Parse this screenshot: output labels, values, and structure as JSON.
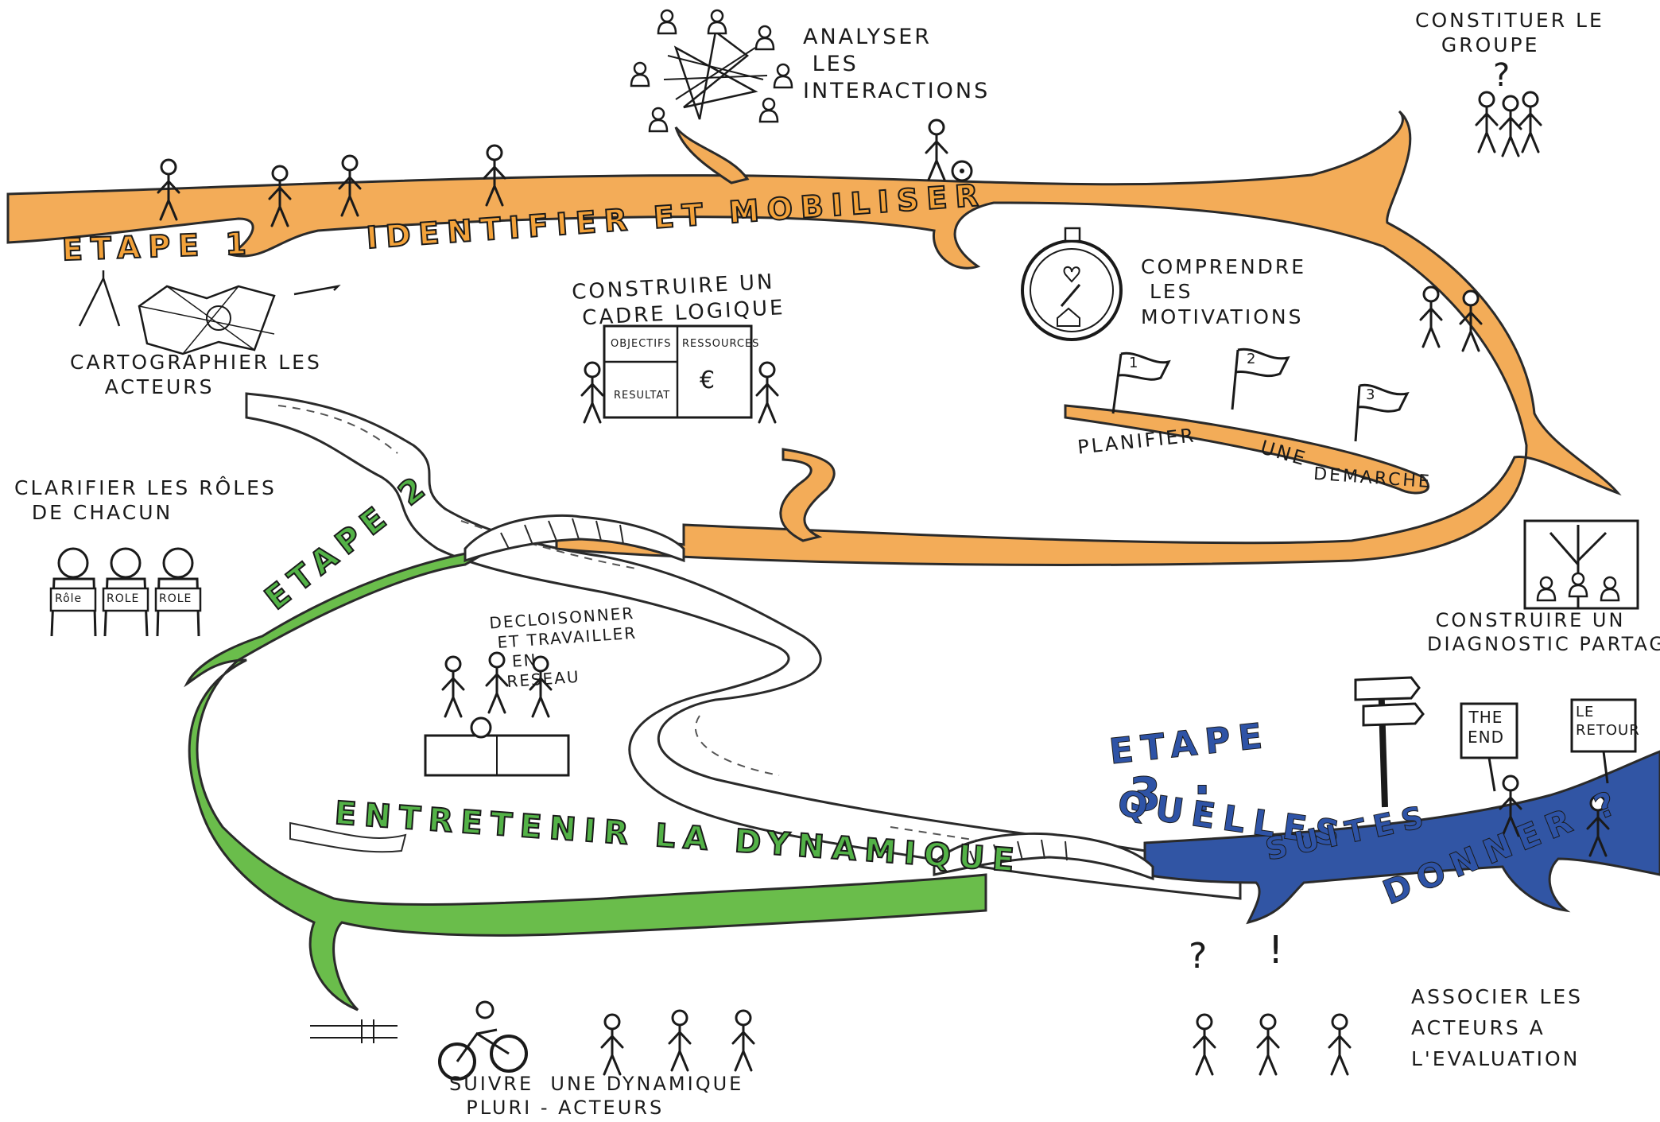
{
  "colors": {
    "step1_path": "#f3ac58",
    "step2_path": "#6abd4b",
    "step3_path": "#3155a4",
    "river_outline": "#2a2a2a",
    "ink": "#1a1a1a"
  },
  "steps": {
    "step1": {
      "label": "ETAPE 1",
      "title": "IDENTIFIER ET MOBILISER"
    },
    "step2": {
      "label": "ETAPE 2",
      "title": "ENTRETENIR LA DYNAMIQUE"
    },
    "step3": {
      "label_line1": "ETAPE",
      "label_line2": "3 :",
      "title_line1": "QUELLES",
      "title_line2": "SUITES",
      "title_line3": "DONNER ?"
    }
  },
  "annotations": {
    "analyser": "ANALYSER\n LES\nINTERACTIONS",
    "constituer": "CONSTITUER LE\n   GROUPE",
    "cartographier": "CARTOGRAPHIER LES\n    ACTEURS",
    "cadre": "CONSTRUIRE UN\n CADRE LOGIQUE",
    "comprendre": "COMPRENDRE\n LES\nMOTIVATIONS",
    "planifier_1": "PLANIFIER",
    "planifier_2": "UNE",
    "planifier_3": "DEMARCHE",
    "clarifier": "CLARIFIER LES RÔLES\n  DE CHACUN",
    "diagnostic": " CONSTRUIRE UN\nDIAGNOSTIC PARTAGÉ",
    "decloisonner": "DECLOISONNER\n ET TRAVAILLER\n   EN\n  RESEAU",
    "suivre": "SUIVRE  UNE DYNAMIQUE\n  PLURI - ACTEURS",
    "associer": "ASSOCIER LES\nACTEURS A\nL'EVALUATION"
  },
  "board": {
    "objectifs": "OBJECTIFS",
    "ressources": "RESSOURCES",
    "resultat": "RESULTAT",
    "euro": "€"
  },
  "roles": [
    "Rôle",
    "ROLE",
    "ROLE"
  ],
  "signs": {
    "the_end": "THE\nEND",
    "le_retour": "LE\nRETOUR"
  },
  "flags": [
    "1",
    "2",
    "3"
  ],
  "marks": {
    "question": "?",
    "exclamation": "!"
  },
  "icons": {
    "compass": "compass-icon",
    "map": "map-icon",
    "bridge": "bridge-icon",
    "signpost": "signpost-icon",
    "tree": "tree-icon",
    "bicycle": "bicycle-icon"
  }
}
